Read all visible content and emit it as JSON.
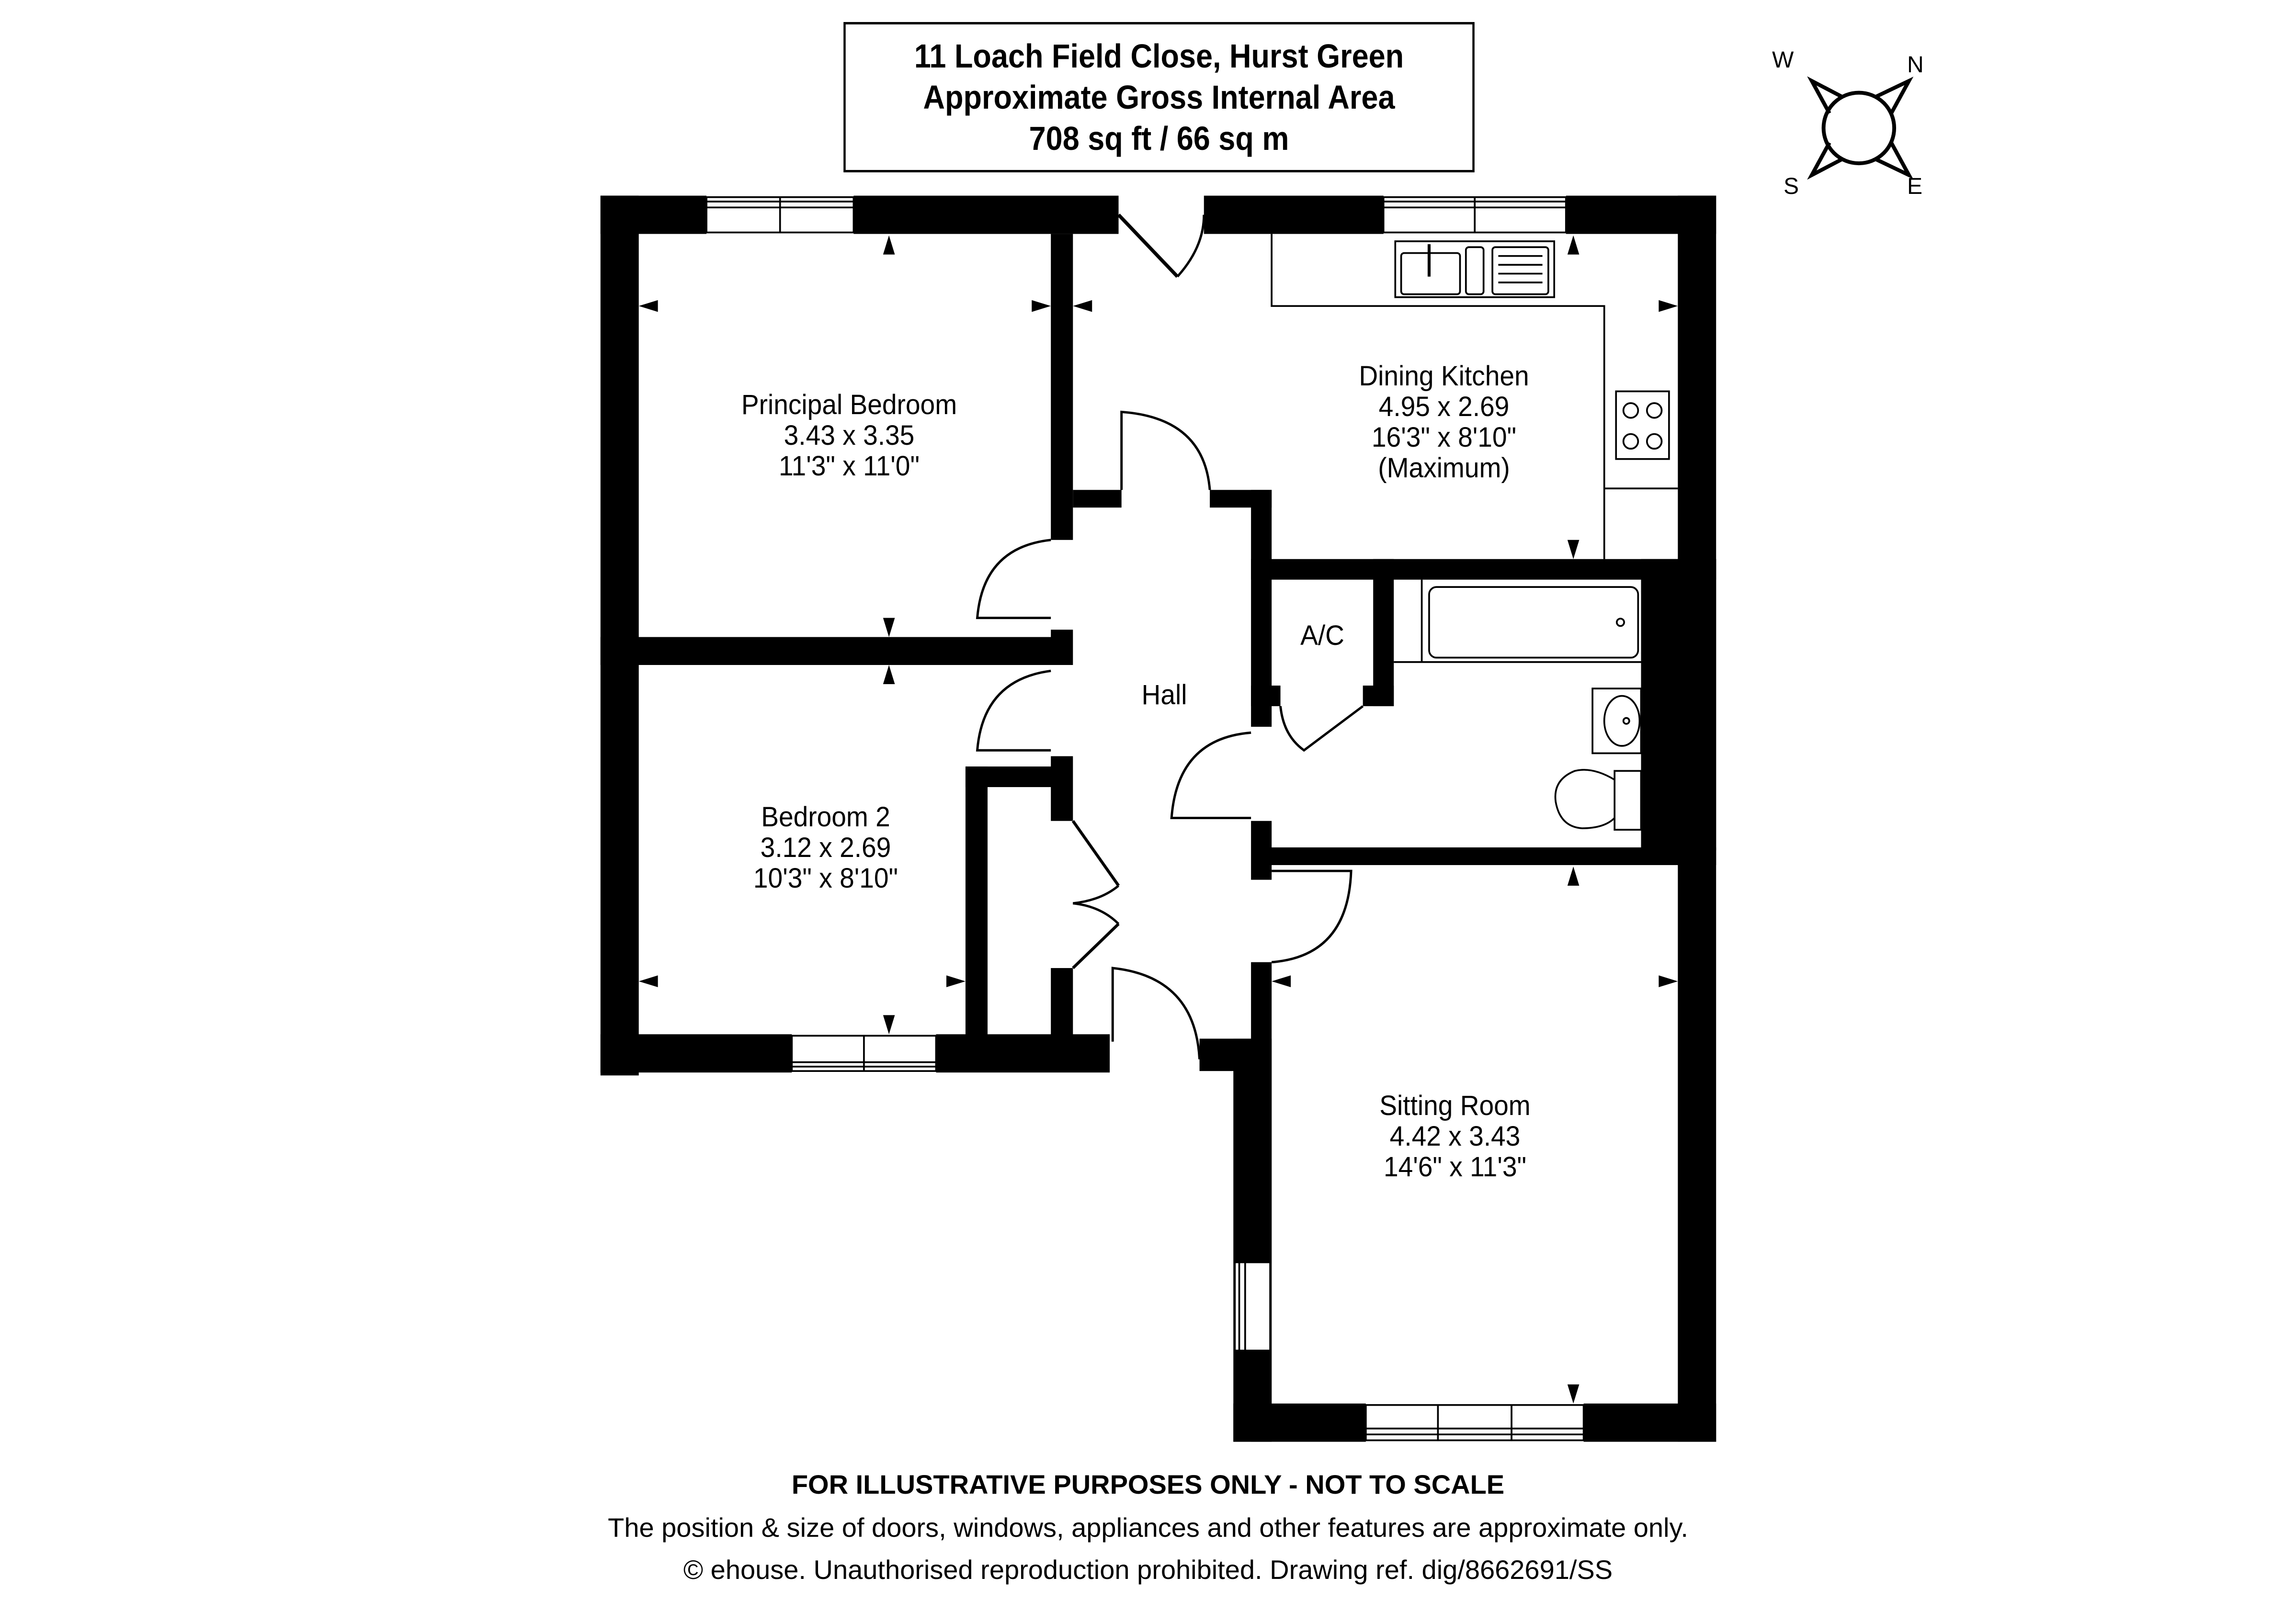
{
  "header": {
    "address": "11 Loach Field Close, Hurst Green",
    "area_label": "Approximate Gross Internal Area",
    "area_value": "708 sq ft / 66 sq m"
  },
  "compass": {
    "north": "N",
    "east": "E",
    "south": "S",
    "west": "W",
    "icon": "compass-rose-icon"
  },
  "rooms": [
    {
      "name": "Principal Bedroom",
      "metric": "3.43 x 3.35",
      "imperial": "11'3\" x 11'0\"",
      "note": ""
    },
    {
      "name": "Dining Kitchen",
      "metric": "4.95 x 2.69",
      "imperial": "16'3\" x 8'10\"",
      "note": "(Maximum)"
    },
    {
      "name": "A/C"
    },
    {
      "name": "Hall"
    },
    {
      "name": "Bedroom 2",
      "metric": "3.12 x 2.69",
      "imperial": "10'3\" x 8'10\"",
      "note": ""
    },
    {
      "name": "Sitting Room",
      "metric": "4.42 x 3.43",
      "imperial": "14'6\" x 11'3\"",
      "note": ""
    }
  ],
  "footer": {
    "disclaimer": "FOR ILLUSTRATIVE PURPOSES ONLY - NOT TO SCALE",
    "note": "The position & size of doors, windows, appliances and other features are approximate only.",
    "copyright": "© ehouse. Unauthorised reproduction prohibited. Drawing ref. dig/8662691/SS"
  },
  "colors": {
    "wall": "#000000",
    "background": "#ffffff",
    "line": "#000000"
  }
}
